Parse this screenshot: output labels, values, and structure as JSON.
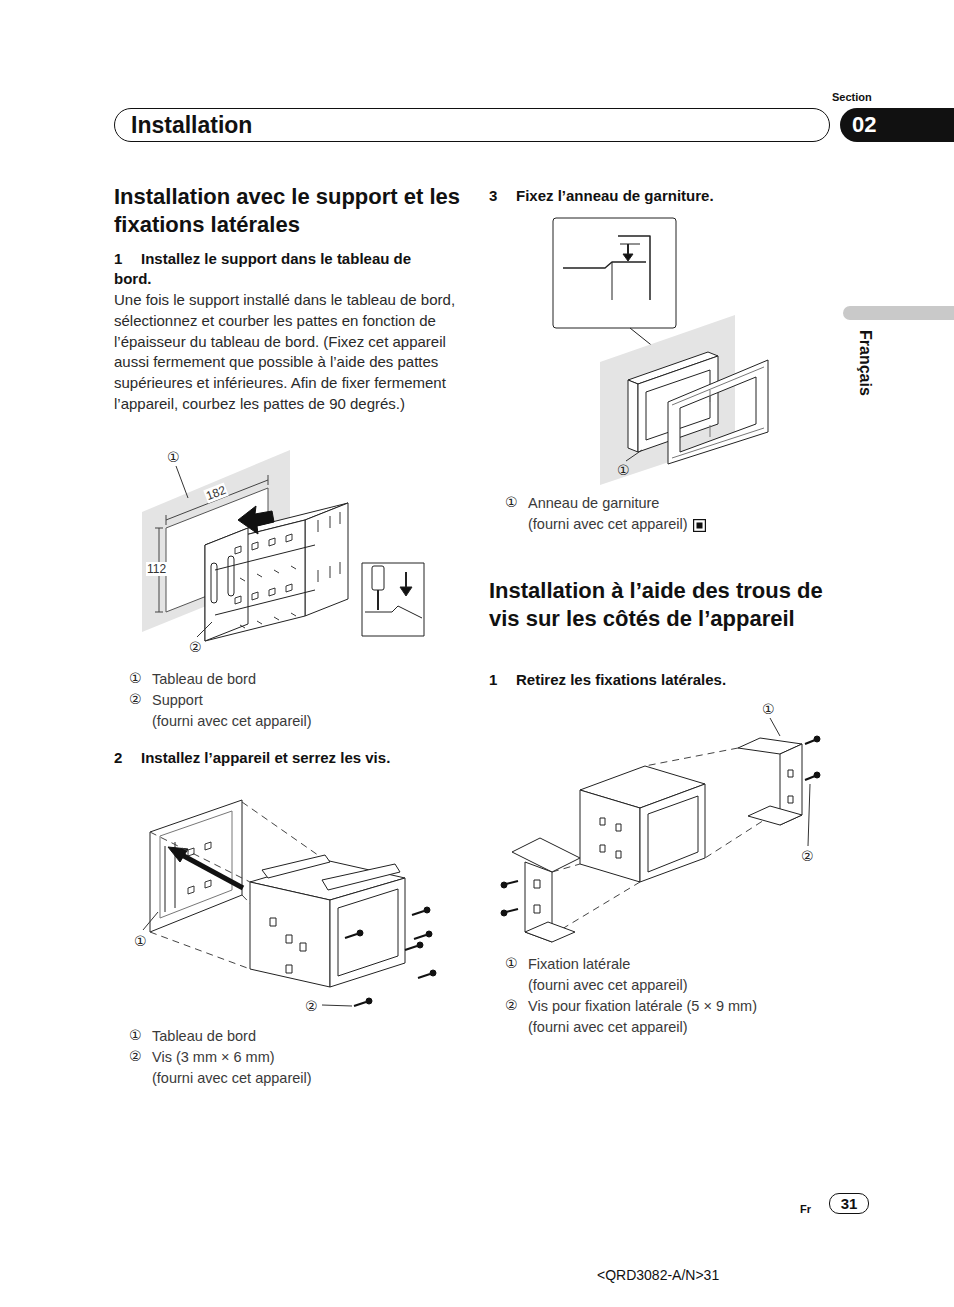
{
  "diagram": {
    "nodes": [
      {
        "text": [
          "Installation"
        ]
      },
      {
        "text": [
          "02"
        ]
      },
      {
        "text": [
          "31"
        ]
      }
    ],
    "labels": [
      "Section",
      "Installation avec le support et les fixations latérales",
      "1",
      "Installez le support dans le tableau de bord.",
      "Une fois le support installé dans le tableau de bord, sélectionnez et courber les pattes en fonction de l’épaisseur du tableau de bord. (Fixez cet appareil aussi fermement que possible à l’aide des pattes supérieures et inférieures. Afin de fixer fermement l’appareil, courbez les pattes de 90 degrés.)",
      "①",
      "182",
      "112",
      "②",
      "①",
      "Tableau de bord",
      "②",
      "Support",
      "(fourni avec cet appareil)",
      "2",
      "Installez l’appareil et serrez les vis.",
      "①",
      "②",
      "①",
      "Tableau de bord",
      "②",
      "Vis (3 mm × 6 mm)",
      "(fourni avec cet appareil)",
      "3",
      "Fixez l’anneau de garniture.",
      "①",
      "①",
      "Anneau de garniture",
      "(fourni avec cet appareil)",
      "Installation à l’aide des trous de vis sur les côtés de l’appareil",
      "1",
      "Retirez les fixations latérales.",
      "①",
      "②",
      "①",
      "Fixation latérale",
      "(fourni avec cet appareil)",
      "②",
      "Vis pour fixation latérale (5 × 9 mm)",
      "(fourni avec cet appareil)",
      "Français",
      "Fr",
      "<QRD3082-A/N>31"
    ]
  }
}
